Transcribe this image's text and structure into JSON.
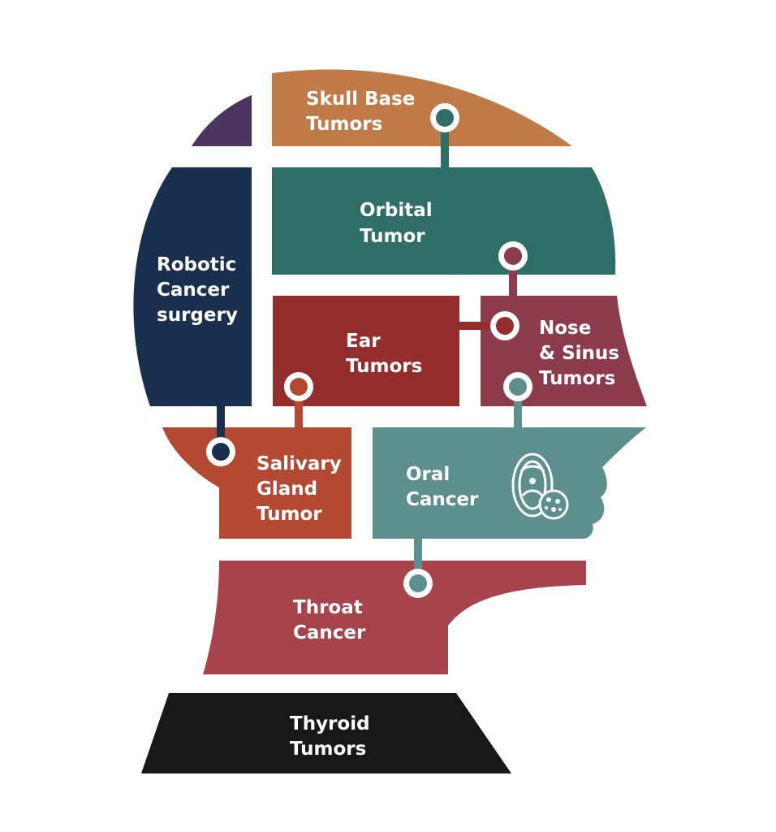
{
  "colors": {
    "skull_base": "#BF7A48",
    "purple_corner": "#4A3660",
    "orbital": "#2F6E66",
    "robotic": "#1A2F4D",
    "ear": "#932E2C",
    "nose": "#8C3B4C",
    "salivary": "#B34933",
    "oral": "#5D8F8E",
    "throat": "#A6434B",
    "thyroid": "#181818",
    "text": "#FFFFFF"
  },
  "segments": {
    "skull_base": {
      "line1": "Skull Base",
      "line2": "Tumors"
    },
    "orbital": {
      "line1": "Orbital",
      "line2": "Tumor"
    },
    "robotic": {
      "line1": "Robotic",
      "line2": "Cancer",
      "line3": "surgery"
    },
    "ear": {
      "line1": "Ear",
      "line2": "Tumors"
    },
    "nose": {
      "line1": "Nose",
      "line2": "& Sinus",
      "line3": "Tumors"
    },
    "salivary": {
      "line1": "Salivary",
      "line2": "Gland",
      "line3": "Tumor"
    },
    "oral": {
      "line1": "Oral",
      "line2": "Cancer",
      "icon": "open-mouth-with-lesion-icon"
    },
    "throat": {
      "line1": "Throat",
      "line2": "Cancer"
    },
    "thyroid": {
      "line1": "Thyroid",
      "line2": "Tumors"
    }
  }
}
